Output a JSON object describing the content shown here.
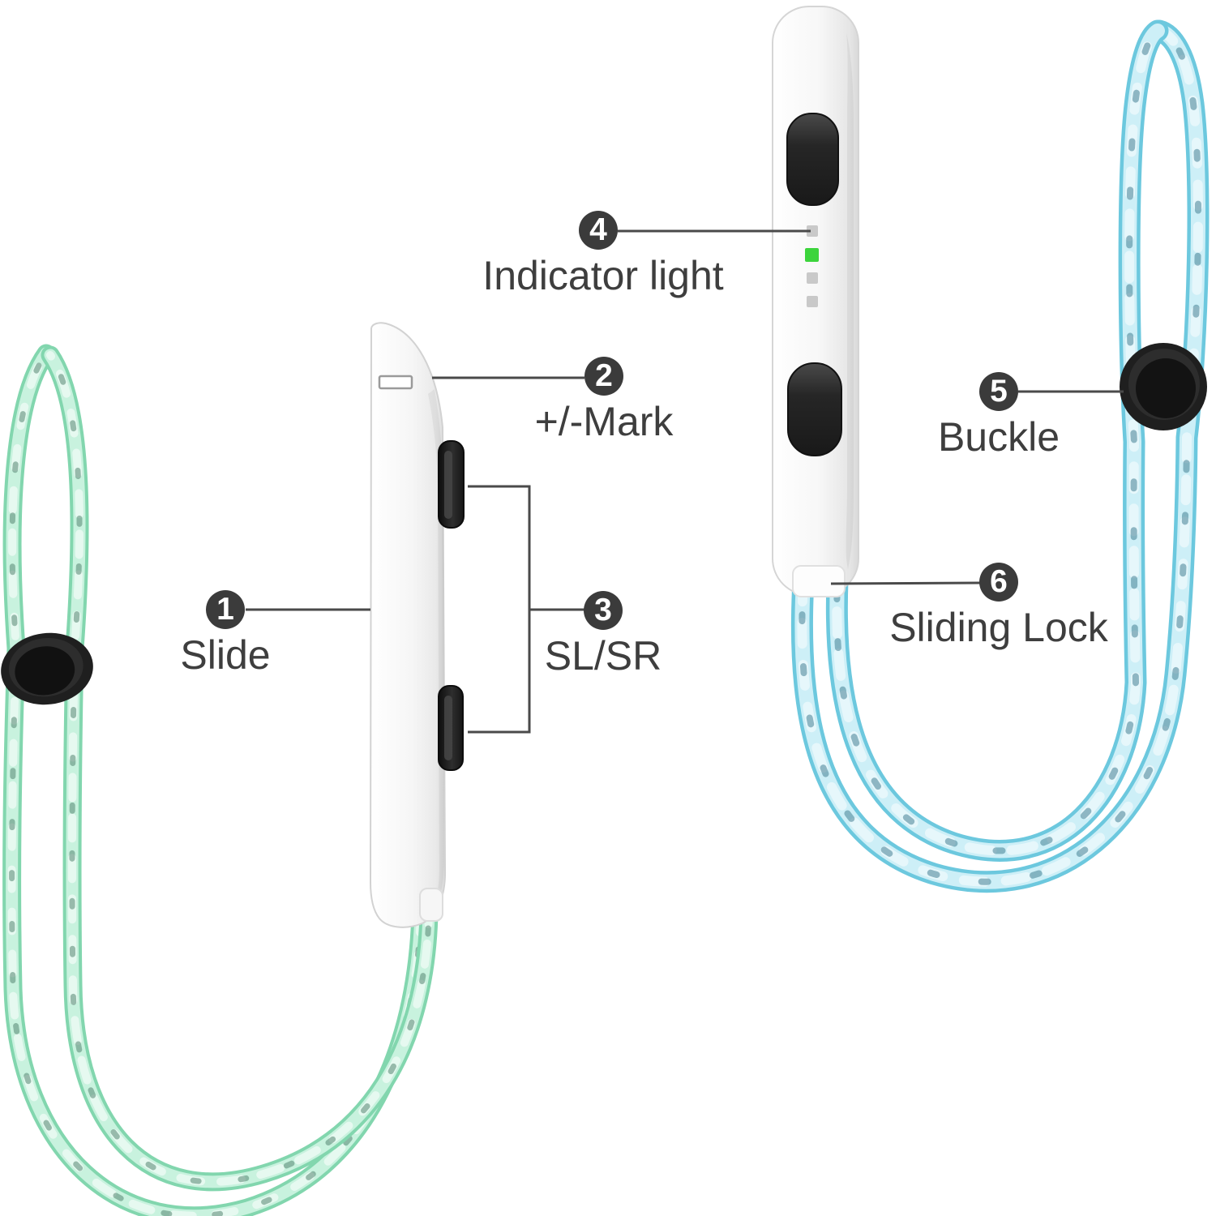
{
  "diagram": {
    "description": "wrist strap parts diagram",
    "callouts": [
      {
        "num": "1",
        "label": "Slide"
      },
      {
        "num": "2",
        "label": "+/-Mark"
      },
      {
        "num": "3",
        "label": "SL/SR"
      },
      {
        "num": "4",
        "label": "Indicator light"
      },
      {
        "num": "5",
        "label": "Buckle"
      },
      {
        "num": "6",
        "label": "Sliding Lock"
      }
    ],
    "indicator_lights": [
      {
        "state": "off"
      },
      {
        "state": "on"
      },
      {
        "state": "off"
      },
      {
        "state": "off"
      }
    ],
    "colors": {
      "background": "#ffffff",
      "callout_circle": "#3b3b3b",
      "callout_number": "#ffffff",
      "label_text": "#3e3e3e",
      "leader_line": "#4a4a4a",
      "left_strap_fill": "#c8f2de",
      "left_strap_edge": "#82d6ae",
      "right_strap_fill": "#cdeff7",
      "right_strap_edge": "#6cc8de",
      "device_body": "#f6f6f6",
      "button_black": "#232323",
      "indicator_green": "#3cd43c",
      "indicator_gray": "#c9c9c9",
      "buckle_black": "#1f1f1f"
    }
  }
}
